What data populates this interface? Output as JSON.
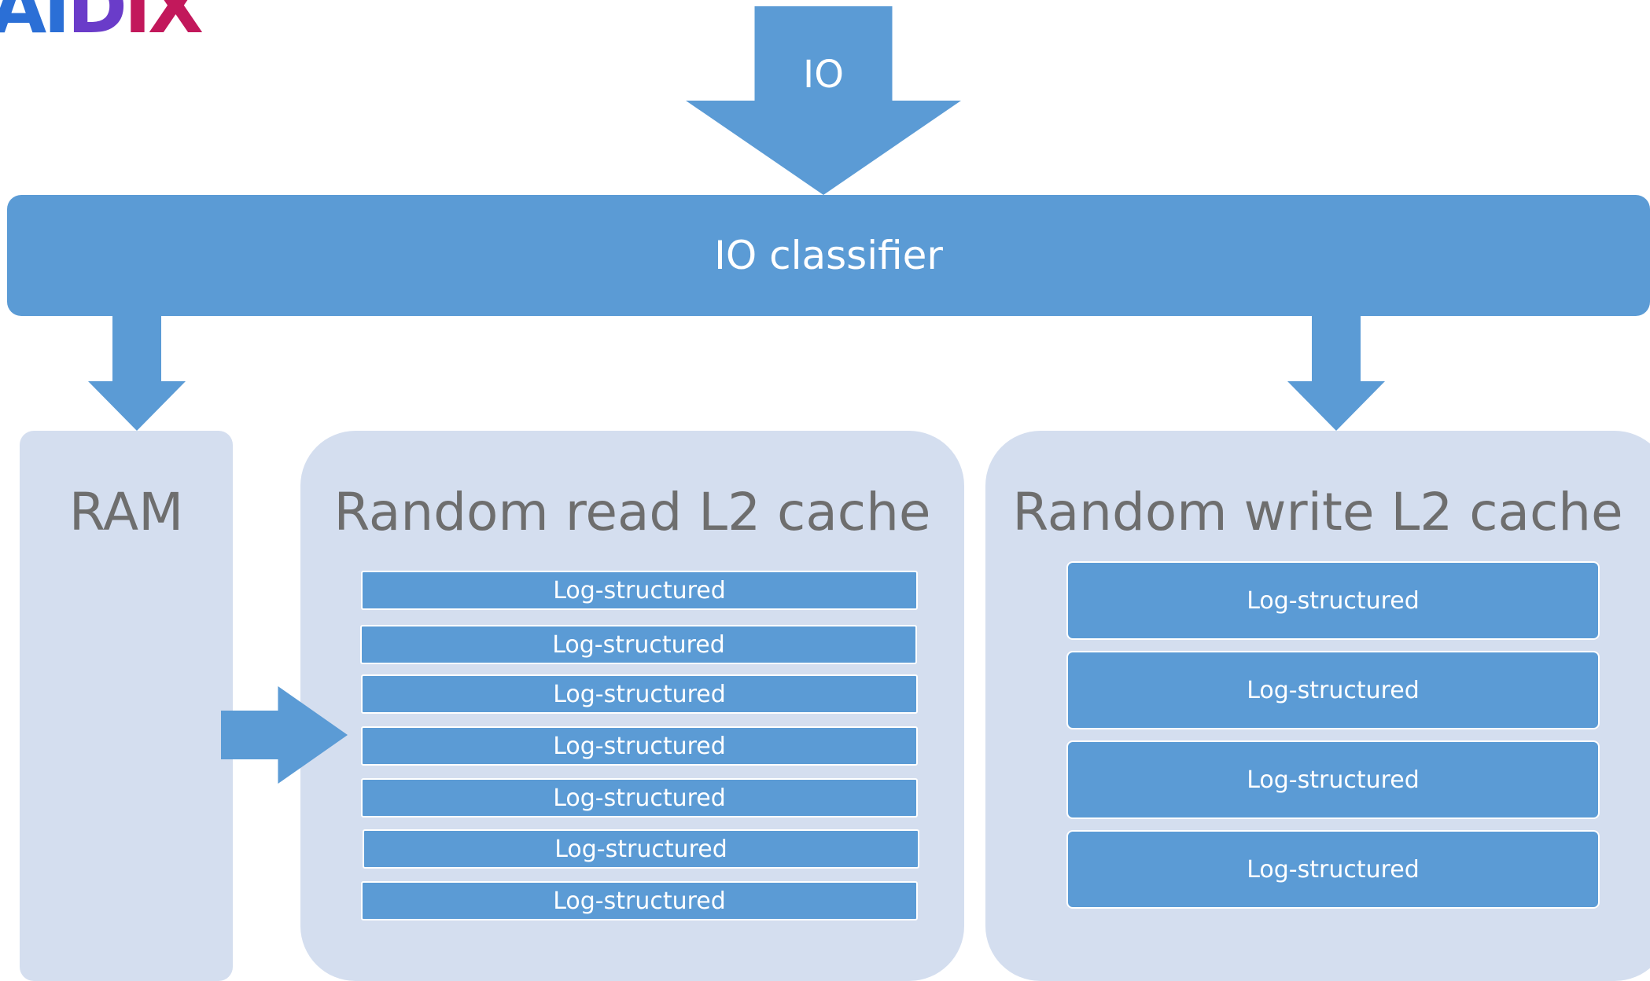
{
  "logo": {
    "text_part1": "AI",
    "text_part2": "D",
    "text_part3": "IX"
  },
  "io_arrow": {
    "label": "IO"
  },
  "classifier": {
    "label": "IO classifier"
  },
  "ram": {
    "title": "RAM"
  },
  "read_cache": {
    "title": "Random read L2 cache",
    "blocks": [
      "Log-structured",
      "Log-structured",
      "Log-structured",
      "Log-structured",
      "Log-structured",
      "Log-structured",
      "Log-structured"
    ]
  },
  "write_cache": {
    "title": "Random write L2 cache",
    "blocks": [
      "Log-structured",
      "Log-structured",
      "Log-structured",
      "Log-structured"
    ]
  },
  "colors": {
    "accent": "#5b9bd5",
    "panel": "#d4deef",
    "title_text": "#6e6e6e"
  }
}
